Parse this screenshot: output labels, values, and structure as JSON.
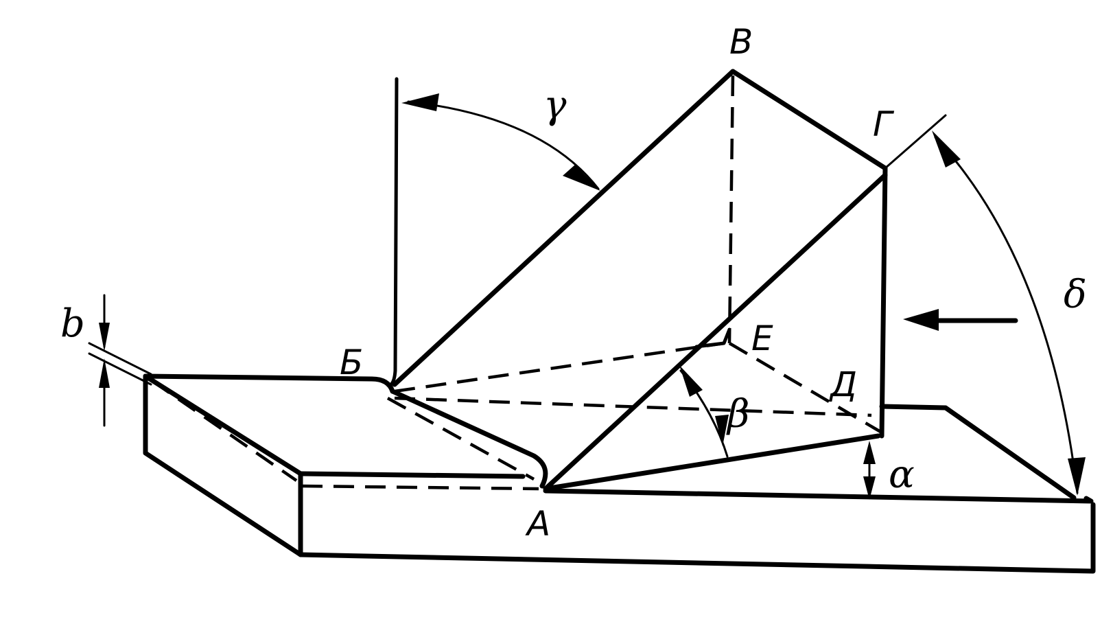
{
  "labels": {
    "point_A": "A",
    "point_B_cyr": "Б",
    "point_V": "В",
    "point_G": "Г",
    "point_D": "Д",
    "point_E": "Е",
    "dim_b": "b",
    "angle_alpha": "α",
    "angle_beta": "β",
    "angle_gamma": "γ",
    "angle_delta": "δ"
  }
}
